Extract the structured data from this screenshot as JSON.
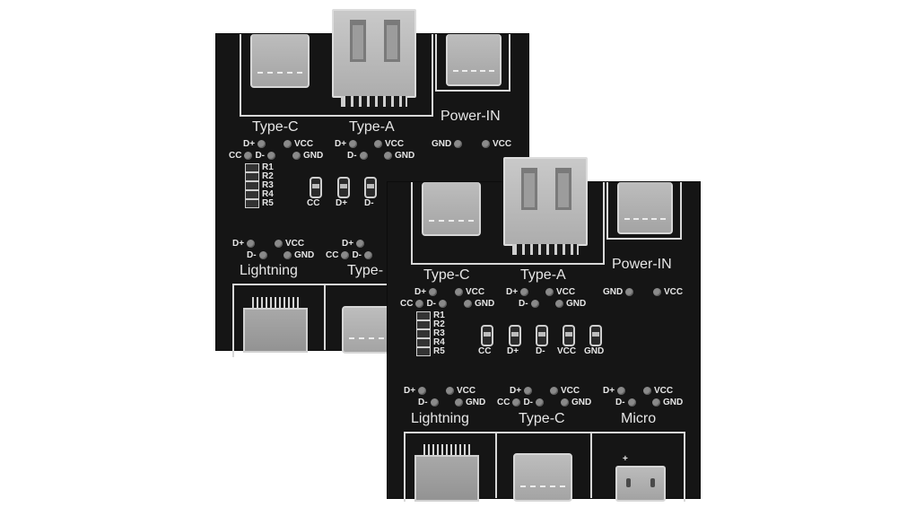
{
  "image": {
    "description": "Two black USB test/breakout PCBs photographed on white background, one overlapping the other",
    "background": "#ffffff",
    "pcb_color": "#151515",
    "silkscreen_color": "#e6e6e6"
  },
  "boards": {
    "back": {
      "top_labels": {
        "type_c": "Type-C",
        "type_a": "Type-A",
        "power_in": "Power-IN"
      },
      "pins_type_c": {
        "dp": "D+",
        "vcc": "VCC",
        "cc": "CC",
        "dm": "D-",
        "gnd": "GND"
      },
      "pins_type_a": {
        "dp": "D+",
        "vcc": "VCC",
        "dm": "D-",
        "gnd": "GND"
      },
      "pins_power": {
        "gnd": "GND",
        "vcc": "VCC"
      },
      "resistors": [
        "R1",
        "R2",
        "R3",
        "R4",
        "R5"
      ],
      "jumpers": [
        "CC",
        "D+",
        "D-"
      ],
      "bottom_pins_lightning": {
        "dp": "D+",
        "vcc": "VCC",
        "dm": "D-",
        "gnd": "GND"
      },
      "bottom_pins_type_c": {
        "dp": "D+",
        "cc": "CC",
        "dm": "D-"
      },
      "bottom_labels": {
        "lightning": "Lightning",
        "type_c": "Type-"
      }
    },
    "front": {
      "top_labels": {
        "type_c": "Type-C",
        "type_a": "Type-A",
        "power_in": "Power-IN"
      },
      "pins_type_c": {
        "dp": "D+",
        "vcc": "VCC",
        "cc": "CC",
        "dm": "D-",
        "gnd": "GND"
      },
      "pins_type_a": {
        "dp": "D+",
        "vcc": "VCC",
        "dm": "D-",
        "gnd": "GND"
      },
      "pins_power": {
        "gnd": "GND",
        "vcc": "VCC"
      },
      "resistors": [
        "R1",
        "R2",
        "R3",
        "R4",
        "R5"
      ],
      "jumpers": [
        "CC",
        "D+",
        "D-",
        "VCC",
        "GND"
      ],
      "bottom_pins_lightning": {
        "dp": "D+",
        "vcc": "VCC",
        "dm": "D-",
        "gnd": "GND"
      },
      "bottom_pins_type_c": {
        "dp": "D+",
        "vcc": "VCC",
        "cc": "CC",
        "dm": "D-",
        "gnd": "GND"
      },
      "bottom_pins_micro": {
        "dp": "D+",
        "vcc": "VCC",
        "dm": "D-",
        "gnd": "GND"
      },
      "bottom_labels": {
        "lightning": "Lightning",
        "type_c": "Type-C",
        "micro": "Micro"
      },
      "micro_polarity_mark": "+"
    }
  }
}
